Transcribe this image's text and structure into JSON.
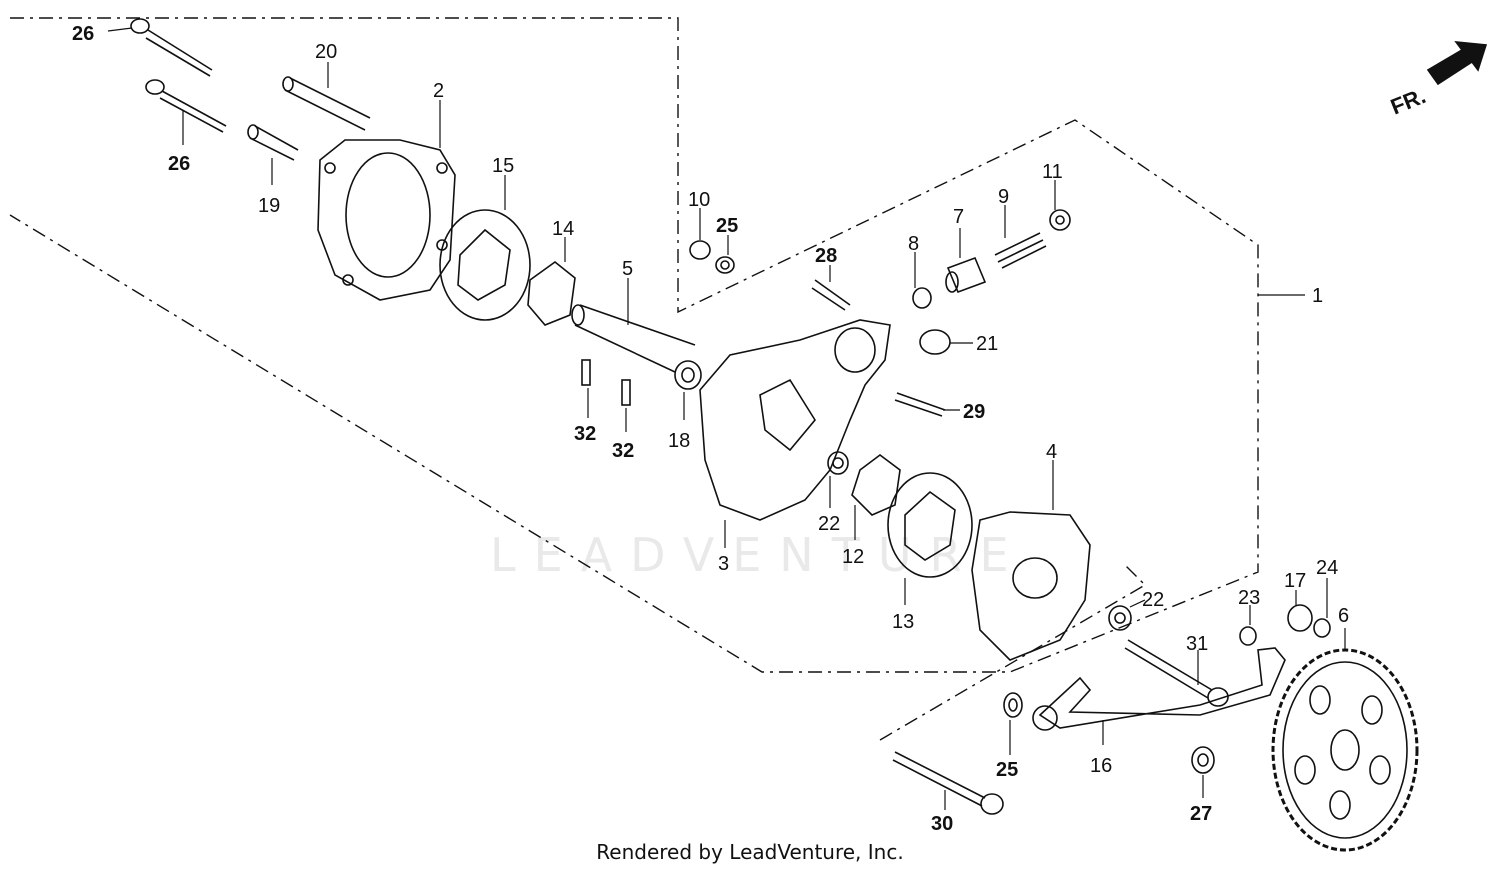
{
  "watermark_text": "LEADVENTURE",
  "footer_text": "Rendered by LeadVenture, Inc.",
  "direction_label": "FR.",
  "callouts": [
    "26",
    "26",
    "20",
    "19",
    "2",
    "15",
    "14",
    "5",
    "10",
    "25",
    "32",
    "32",
    "18",
    "3",
    "28",
    "8",
    "7",
    "9",
    "11",
    "21",
    "29",
    "1",
    "4",
    "22",
    "12",
    "13",
    "22",
    "23",
    "17",
    "24",
    "6",
    "31",
    "25",
    "16",
    "27",
    "30"
  ]
}
